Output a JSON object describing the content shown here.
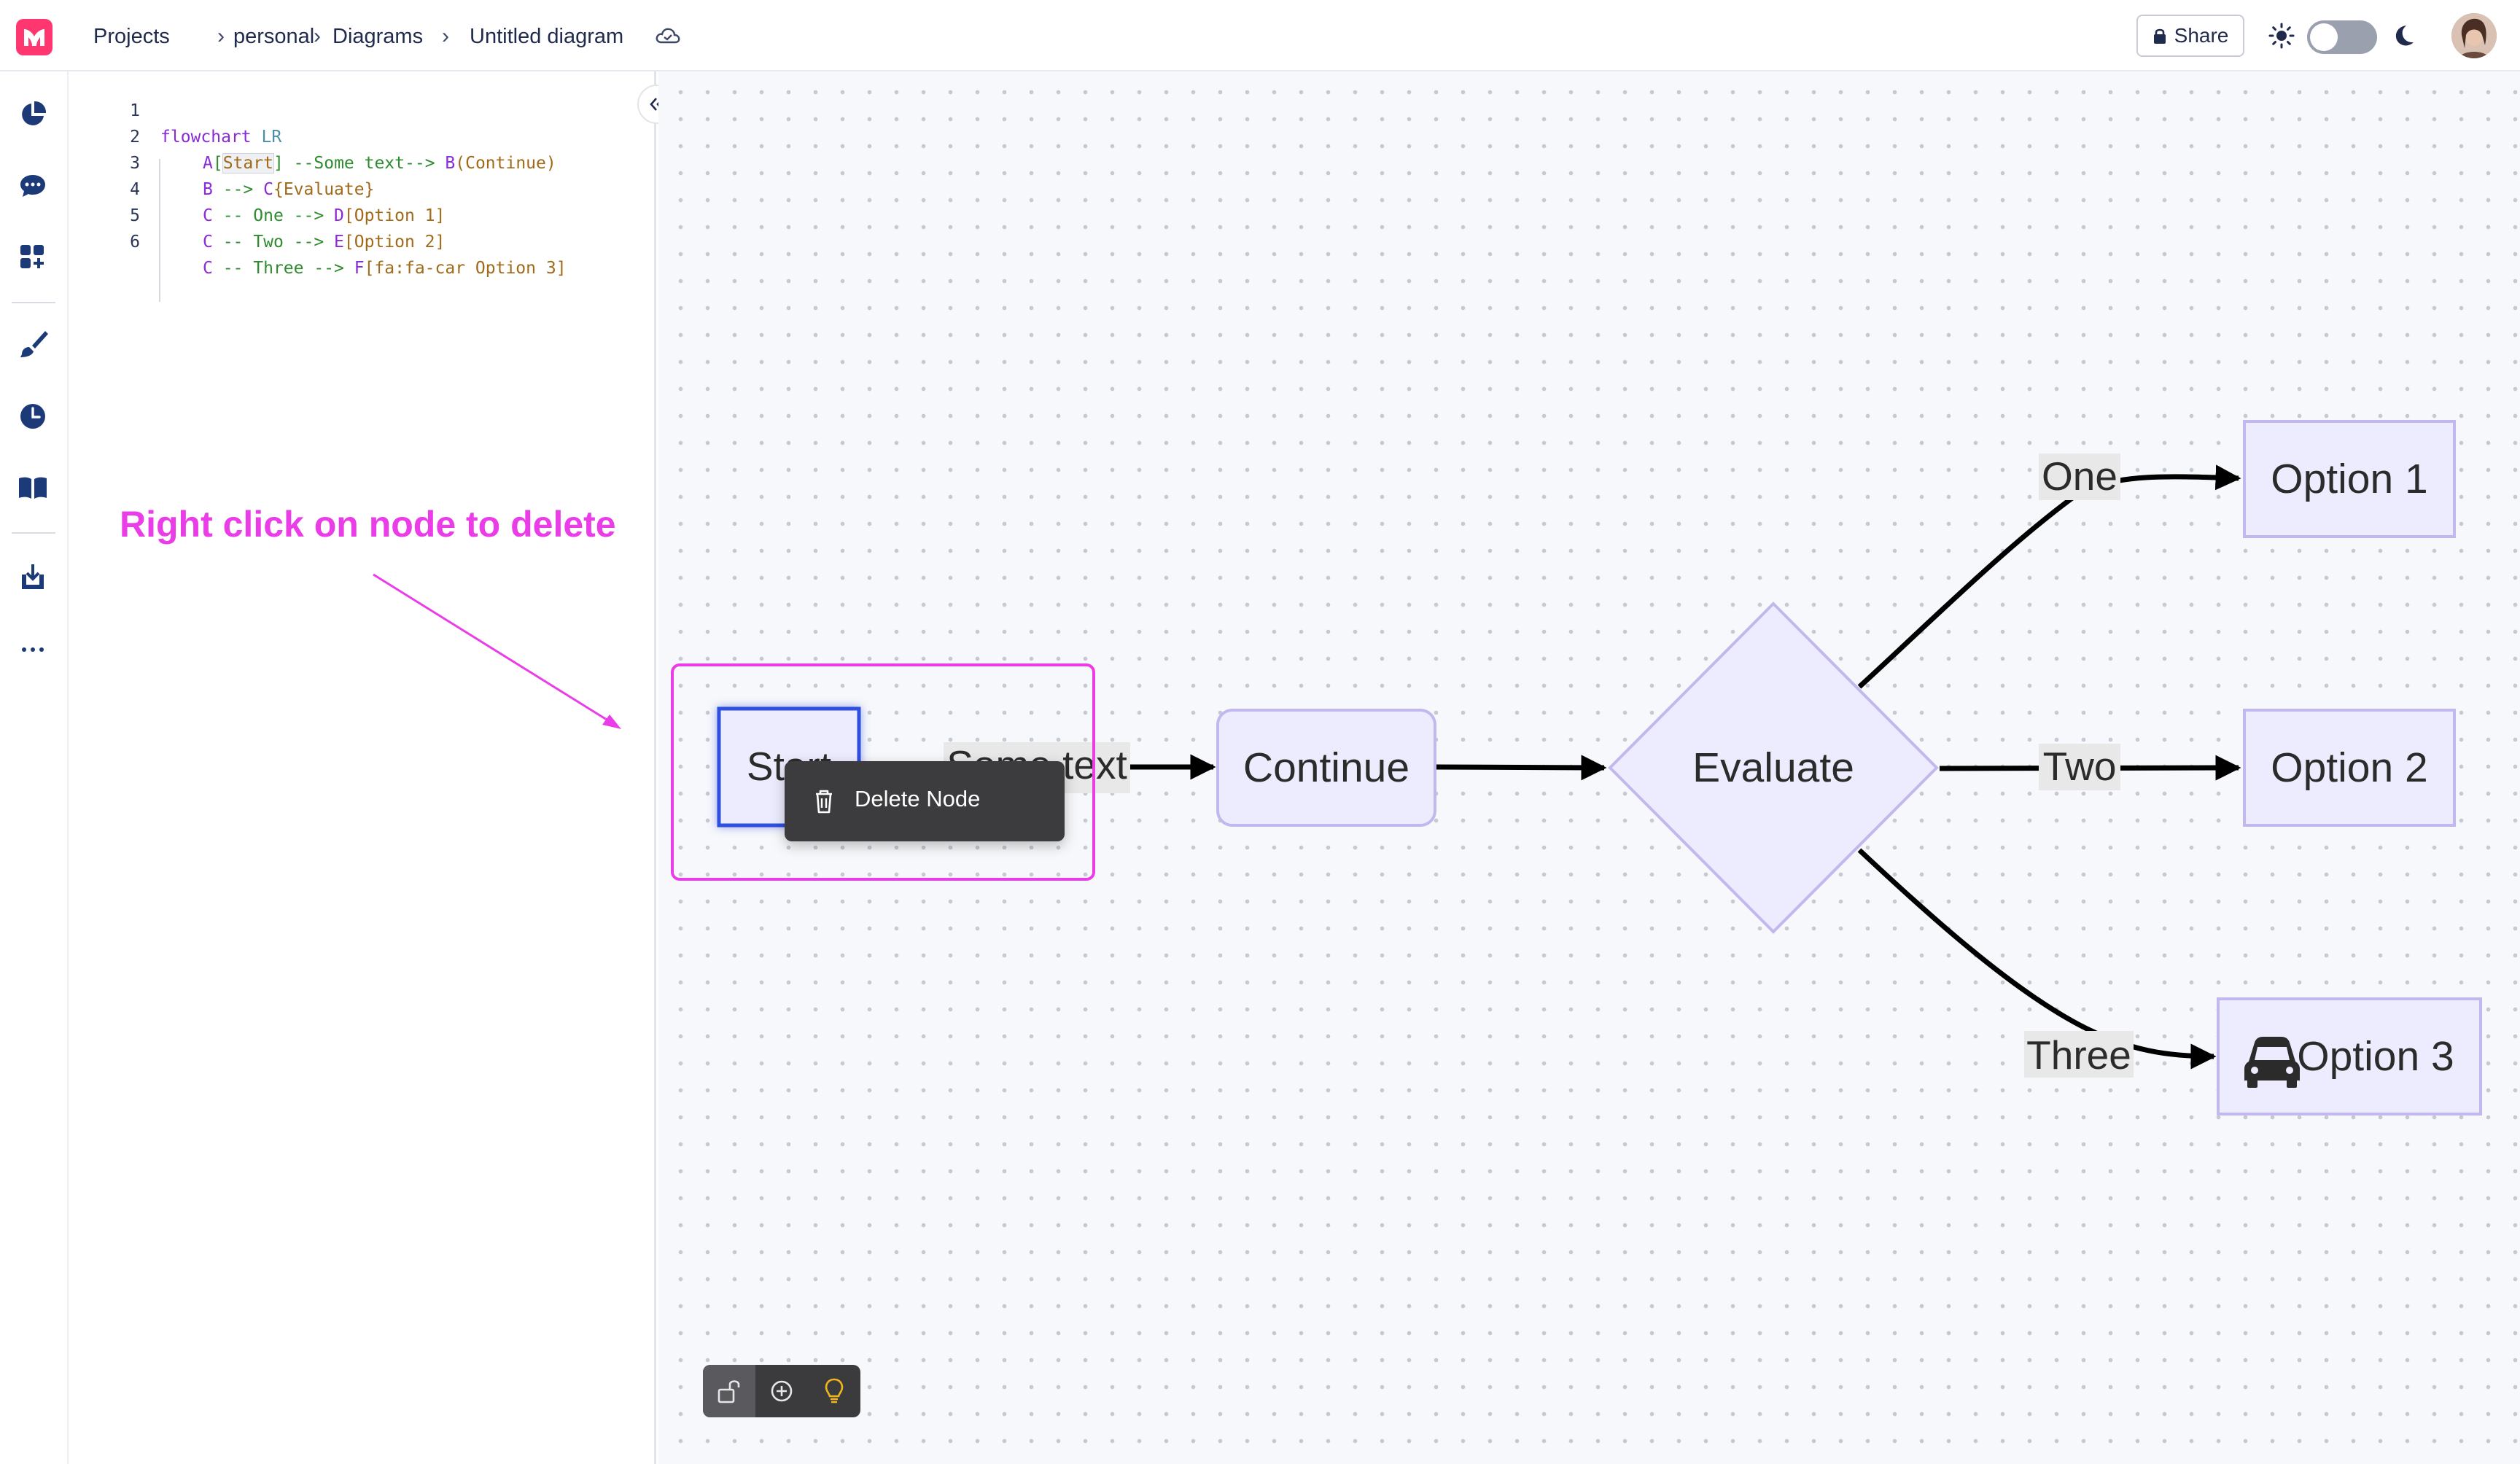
{
  "breadcrumb": {
    "projects": "Projects",
    "personal": "personal",
    "diagrams": "Diagrams",
    "title": "Untitled diagram",
    "separator": "›"
  },
  "header": {
    "share_label": "Share",
    "theme_toggle": "light"
  },
  "sidebar": {
    "icons": [
      "pie-chart-icon",
      "chat-icon",
      "add-widgets-icon",
      "brush-icon",
      "history-icon",
      "book-icon",
      "download-icon",
      "more-icon"
    ]
  },
  "editor": {
    "lines": [
      {
        "num": "1"
      },
      {
        "num": "2"
      },
      {
        "num": "3"
      },
      {
        "num": "4"
      },
      {
        "num": "5"
      },
      {
        "num": "6"
      }
    ],
    "tokens": {
      "l1_kw": "flowchart",
      "l1_dir": " LR",
      "l2_a": "A",
      "l2_ob": "[",
      "l2_start": "Start",
      "l2_cb": "]",
      "l2_arrow": " --Some text--> ",
      "l2_b": "B",
      "l2_label": "(Continue)",
      "l3_b": "B",
      "l3_arrow": " --> ",
      "l3_c": "C",
      "l3_label": "{Evaluate}",
      "l4_c": "C",
      "l4_arrow": " -- One --> ",
      "l4_d": "D",
      "l4_label": "[Option 1]",
      "l5_c": "C",
      "l5_arrow": " -- Two --> ",
      "l5_e": "E",
      "l5_label": "[Option 2]",
      "l6_c": "C",
      "l6_arrow": " -- Three --> ",
      "l6_f": "F",
      "l6_label": "[fa:fa-car Option 3]"
    }
  },
  "annotation": {
    "tip": "Right click on node to delete"
  },
  "diagram": {
    "nodes": {
      "start": "Start",
      "continue": "Continue",
      "evaluate": "Evaluate",
      "option1": "Option 1",
      "option2": "Option 2",
      "option3": "Option 3"
    },
    "edges": {
      "some_text": "Some text",
      "one": "One",
      "two": "Two",
      "three": "Three"
    }
  },
  "context_menu": {
    "delete_label": "Delete Node"
  },
  "colors": {
    "accent": "#ea3de7",
    "node_fill": "#ececfe",
    "node_stroke": "#c2b8ee",
    "selected_stroke": "#2f4fe0"
  }
}
